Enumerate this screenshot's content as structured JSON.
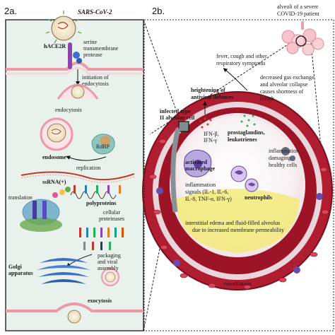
{
  "panel_a": {
    "title": "2a.",
    "virus": "SARS-CoV-2",
    "ace2": "hACE2R",
    "protease_l1": "serine",
    "protease_l2": "transmembrane",
    "protease_l3": "protease",
    "initiation_l1": "initiation of",
    "initiation_l2": "endocytosis",
    "endocytosis": "endocytosis",
    "endosome": "endosome",
    "rdrp": "RdRP",
    "replication": "replication",
    "ssrna": "ssRNA(+)",
    "translation": "translation",
    "polyproteins": "polyproteins",
    "cellular_l1": "cellular",
    "cellular_l2": "proteinases",
    "golgi_l1": "Golgi",
    "golgi_l2": "apparatus",
    "packaging_l1": "packaging",
    "packaging_l2": "and viral",
    "packaging_l3": "assembly",
    "exocytosis": "exocytosis"
  },
  "panel_b": {
    "title": "2b.",
    "alveoli_l1": "alveoli of a severe",
    "alveoli_l2": "COVID-19 patient",
    "fever_l1": "fever, cough and other",
    "fever_l2": "respiratory symptoms",
    "gas_l1": "decreased gas exchange",
    "gas_l2": "and alveolar collapse",
    "gas_l3": "causes shortness of",
    "gas_l4": "breath",
    "heighten_l1": "heightening of",
    "heighten_l2": "antiviral defences",
    "infected_l1": "infected type",
    "infected_l2": "II alveolar cell",
    "ifn_l1": "IFN-β,",
    "ifn_l2": "IFN-γ",
    "prosta_l1": "prostaglandins,",
    "prosta_l2": "leukotrienes",
    "inflam_l1": "inflammation",
    "inflam_l2": "damaging",
    "inflam_l3": "healthy cells",
    "macro_l1": "activated",
    "macro_l2": "macrophage",
    "neutrophils": "neutrophils",
    "signals_l1": "inflammation",
    "signals_l2": "signals (IL-1, IL-6,",
    "signals_l3": "IL-8, TNF-α, IFN-γ)",
    "edema_l1": "interstitial edema and fluid-filled alveolus",
    "edema_l2": "due to increased membrane permeability",
    "vasodilation": "vasodilation"
  },
  "colors": {
    "panel_a_bg": "#e8f1ec",
    "vessel_red": "#a0162b",
    "fluid_yellow": "#f3ea7a",
    "membrane_pink": "#f4c6cb",
    "golgi_blue": "#3d6fc4",
    "ribosome_blue": "#7fb5cf"
  }
}
